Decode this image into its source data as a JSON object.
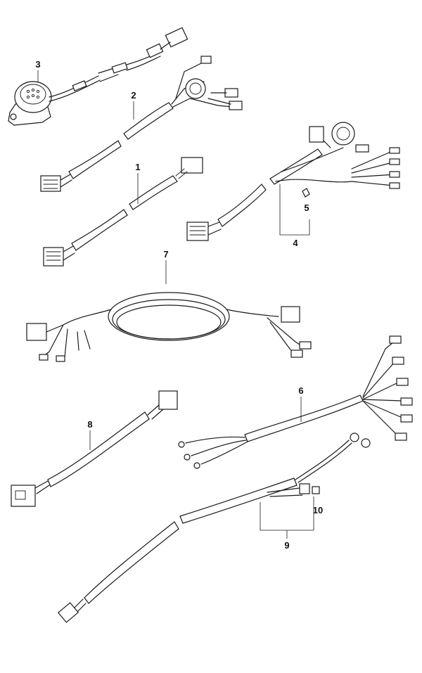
{
  "callouts": {
    "c1": "1",
    "c2": "2",
    "c3": "3",
    "c4": "4",
    "c5": "5",
    "c6": "6",
    "c7": "7",
    "c8": "8",
    "c9": "9",
    "c10": "10"
  },
  "icons": [
    "harness-connector-icon",
    "buzzer-icon",
    "ring-terminal-icon",
    "bullet-terminal-icon",
    "fuse-holder-icon"
  ]
}
